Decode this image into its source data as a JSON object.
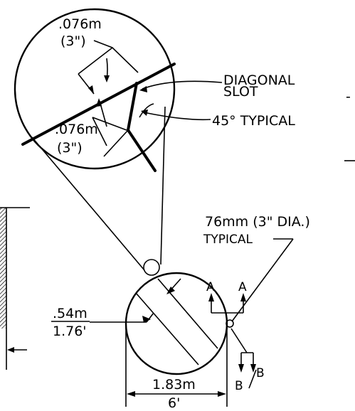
{
  "detail": {
    "offset_top": ".076m",
    "offset_top_imperial": "(3\")",
    "offset_bottom": ".076m",
    "offset_bottom_imperial": "(3\")",
    "slot_label_line1": "DIAGONAL",
    "slot_label_line2": "SLOT",
    "angle_label": "45° TYPICAL"
  },
  "main": {
    "hole_label_line1": "76mm (3\" DIA.)",
    "hole_label_line2": "TYPICAL",
    "slot_width": ".54m",
    "slot_width_imperial": "1.76'",
    "diameter": "1.83m",
    "diameter_imperial": "6'",
    "section_a_left": "A",
    "section_a_right": "A",
    "section_b_left": "B",
    "section_b_right": "B"
  },
  "colors": {
    "line": "#000000",
    "background": "#ffffff"
  }
}
